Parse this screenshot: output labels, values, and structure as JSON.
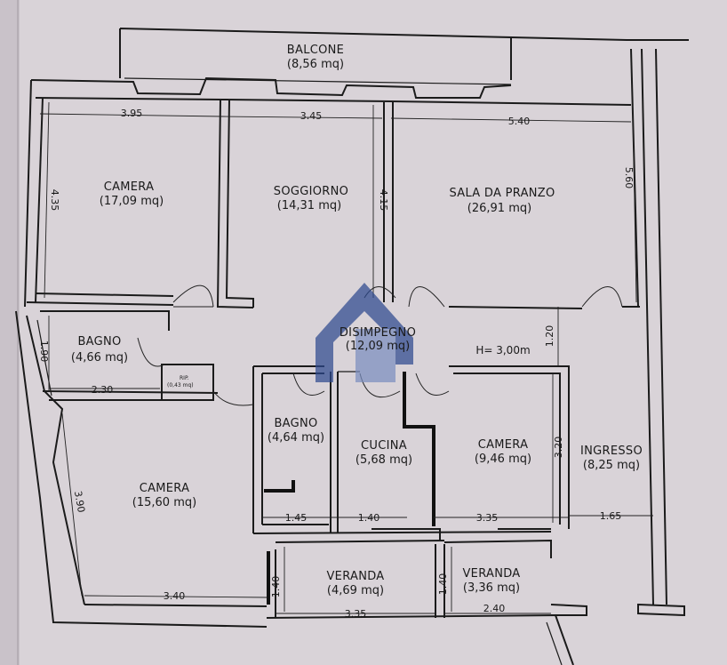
{
  "balcone": {
    "name": "BALCONE",
    "area": "(8,56 mq)"
  },
  "rooms": [
    {
      "id": "camera-1",
      "name": "CAMERA",
      "area": "(17,09 mq)"
    },
    {
      "id": "soggiorno",
      "name": "SOGGIORNO",
      "area": "(14,31 mq)"
    },
    {
      "id": "sala-da-pranzo",
      "name": "SALA DA PRANZO",
      "area": "(26,91 mq)"
    },
    {
      "id": "bagno-1",
      "name": "BAGNO",
      "area": "(4,66 mq)"
    },
    {
      "id": "disimpegno",
      "name": "DISIMPEGNO",
      "area": "(12,09 mq)"
    },
    {
      "id": "bagno-2",
      "name": "BAGNO",
      "area": "(4,64 mq)"
    },
    {
      "id": "cucina",
      "name": "CUCINA",
      "area": "(5,68 mq)"
    },
    {
      "id": "camera-2",
      "name": "CAMERA",
      "area": "(9,46 mq)"
    },
    {
      "id": "ingresso",
      "name": "INGRESSO",
      "area": "(8,25 mq)"
    },
    {
      "id": "camera-3",
      "name": "CAMERA",
      "area": "(15,60 mq)"
    },
    {
      "id": "veranda-1",
      "name": "VERANDA",
      "area": "(4,69 mq)"
    },
    {
      "id": "veranda-2",
      "name": "VERANDA",
      "area": "(3,36 mq)"
    }
  ],
  "ripostiglio": {
    "name": "RIP.",
    "area": "(0,43 mq)"
  },
  "height_note": "H= 3,00m",
  "dimensions": {
    "d395": "3.95",
    "d345": "3.45",
    "d540": "5.40",
    "d560": "5.60",
    "d435": "4.35",
    "d415": "4.15",
    "d190": "1.90",
    "d230": "2.30",
    "d120": "1.20",
    "d320": "3.20",
    "d390": "3.90",
    "d145": "1.45",
    "d140a": "1.40",
    "d335a": "3.35",
    "d165": "1.65",
    "d340": "3.40",
    "d140b": "1.40",
    "d140c": "1.40",
    "d335b": "3.35",
    "d240": "2.40"
  },
  "colors": {
    "background": "#d9d3d8",
    "watermark": "#2e4a8f"
  }
}
